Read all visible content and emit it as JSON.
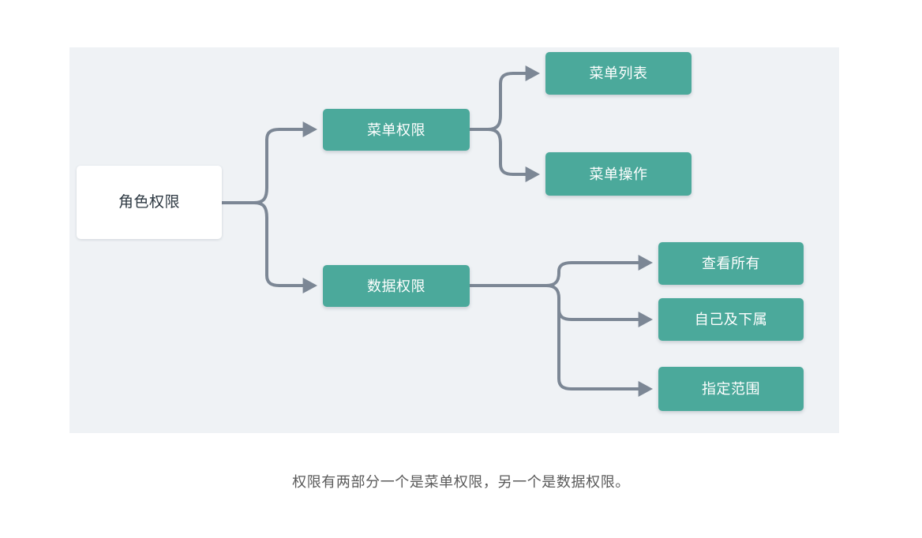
{
  "diagram": {
    "background_color": "#eff2f5",
    "page_background_color": "#ffffff",
    "node_fill_color": "#4ba99b",
    "root_fill_color": "#ffffff",
    "root_text_color": "#2d3842",
    "node_text_color": "#ffffff",
    "connector_color": "#7c8795",
    "nodes": {
      "root": {
        "label": "角色权限"
      },
      "menu_permission": {
        "label": "菜单权限"
      },
      "data_permission": {
        "label": "数据权限"
      },
      "menu_list": {
        "label": "菜单列表"
      },
      "menu_operation": {
        "label": "菜单操作"
      },
      "view_all": {
        "label": "查看所有"
      },
      "self_and_subordinates": {
        "label": "自己及下属"
      },
      "specified_scope": {
        "label": "指定范围"
      }
    },
    "edges": [
      {
        "from": "root",
        "to": "menu_permission"
      },
      {
        "from": "root",
        "to": "data_permission"
      },
      {
        "from": "menu_permission",
        "to": "menu_list"
      },
      {
        "from": "menu_permission",
        "to": "menu_operation"
      },
      {
        "from": "data_permission",
        "to": "view_all"
      },
      {
        "from": "data_permission",
        "to": "self_and_subordinates"
      },
      {
        "from": "data_permission",
        "to": "specified_scope"
      }
    ]
  },
  "caption": {
    "text": "权限有两部分一个是菜单权限，另一个是数据权限。",
    "color": "#5a5a5a"
  }
}
